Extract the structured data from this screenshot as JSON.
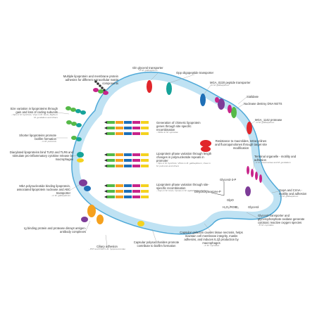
{
  "colors": {
    "membrane": "#bfe2f3",
    "membrane_edge": "#4fa9d8",
    "dna_red": "#e1262b",
    "green": "#55b948",
    "blue": "#1f6fb6",
    "orange": "#f5a11e",
    "magenta": "#c7248a",
    "teal": "#16a39a",
    "yellow": "#f4d21f",
    "purple": "#7d3c98",
    "dark": "#333333",
    "leader": "#999999"
  },
  "labels": {
    "gln_transporter": {
      "text": "Gln glycerol transporter",
      "sub": "- in M. gallisepticum"
    },
    "opp_transporter": {
      "text": "Opp oligopeptide transporter",
      "sub": ""
    },
    "mga_peptide": {
      "text": "MGA_0220 peptide transporter",
      "sub": "- in M. gallisepticum"
    },
    "sialidase": {
      "text": "Sialidase",
      "sub": ""
    },
    "nuclease": {
      "text": "Nuclease destroy DNA NETS",
      "sub": ""
    },
    "mga_protease": {
      "text": "MGA_1142 protease",
      "sub": "- in M. gallisepticum"
    },
    "multiple_lipo": {
      "text": "Multiple lipoprotein and membrane protein adhesins for different extracellular matrix components",
      "sub": ""
    },
    "size_variation": {
      "text": "Size variation in lipoproteins through gain and loss of coding subunits",
      "sub": "- Vlps in M. hyorhinis, Vsps in M. bovis, MgPa in M. genitalium and others"
    },
    "shorter_lipo": {
      "text": "Shorter lipoproteins promote biofilm formation",
      "sub": "- in M. pulmonis"
    },
    "diacylated": {
      "text": "Diacylated lipoproteins bind TLR2 and TLR6 and stimulate pro-inflammatory cytokine release by macrophages",
      "sub": ""
    },
    "chimeric": {
      "text": "Generation of chimeric lipoprotein genes through site specific recombination",
      "sub": "- VlhAs in M. synoviae"
    },
    "resistance": {
      "text": "Resistance to macrolides, tetracyclines and fluoroquinolones through target site modification",
      "sub": ""
    },
    "phase_slip": {
      "text": "Lipoprotein phase variation through length changes in polynucleotide repeats in promoter",
      "sub": "- Vlps in M. hyorhinis, VlhAs in M. gallisepticum, Vsas in M. pulmonis and others"
    },
    "terminal": {
      "text": "Terminal organelle - motility and adhesion",
      "sub": "- in M. pneumoniae and M. genitalium"
    },
    "mbovis_binding": {
      "text": "MbA polynucleotide binding lipoprotein, associated lipoprotein nuclease and ABC transporter",
      "sub": "- in M. gallisepticum"
    },
    "phase_recomb": {
      "text": "Lipoprotein phase variation through site-specific recombination",
      "sub": "- Vsps in M. bovis, Vpmas in M. agalactiae and others"
    },
    "glycerol3p": {
      "text": "Glycerol-3-P",
      "sub": ""
    },
    "dhap": {
      "text": "Dihydroxyacetone-P",
      "sub": ""
    },
    "glpo": {
      "text": "GlpO",
      "sub": ""
    },
    "h2o2": {
      "text": "H₂O₂/ROS",
      "sub": ""
    },
    "o2": {
      "text": "O₂",
      "sub": ""
    },
    "glycerol": {
      "text": "Glycerol",
      "sub": ""
    },
    "gapa": {
      "text": "GapA and CrmA - motility and adhesion",
      "sub": "- in M. gallisepticum"
    },
    "glycerol_transport": {
      "text": "Glycerol transporter and glycerophosphate oxidase generate cytotoxic reactive oxygen species",
      "sub": "- in M. mycoides"
    },
    "ig_binding": {
      "text": "Ig binding protein and protease disrupt antigen-antibody complexes",
      "sub": ""
    },
    "capsular": {
      "text": "Capsular galactan causes tissue necrosis, helps maintain cell membrane integrity, masks adhesins, and induces IL1β production by macrophages",
      "sub": "- in M. mycoides"
    },
    "capsular_poly": {
      "text": "Capsular polysaccharides promote contribute to biofilm formation",
      "sub": ""
    },
    "ciliary": {
      "text": "Ciliary adhesion",
      "sub": "- P97 and P102 in M. hyopneumoniae"
    }
  }
}
